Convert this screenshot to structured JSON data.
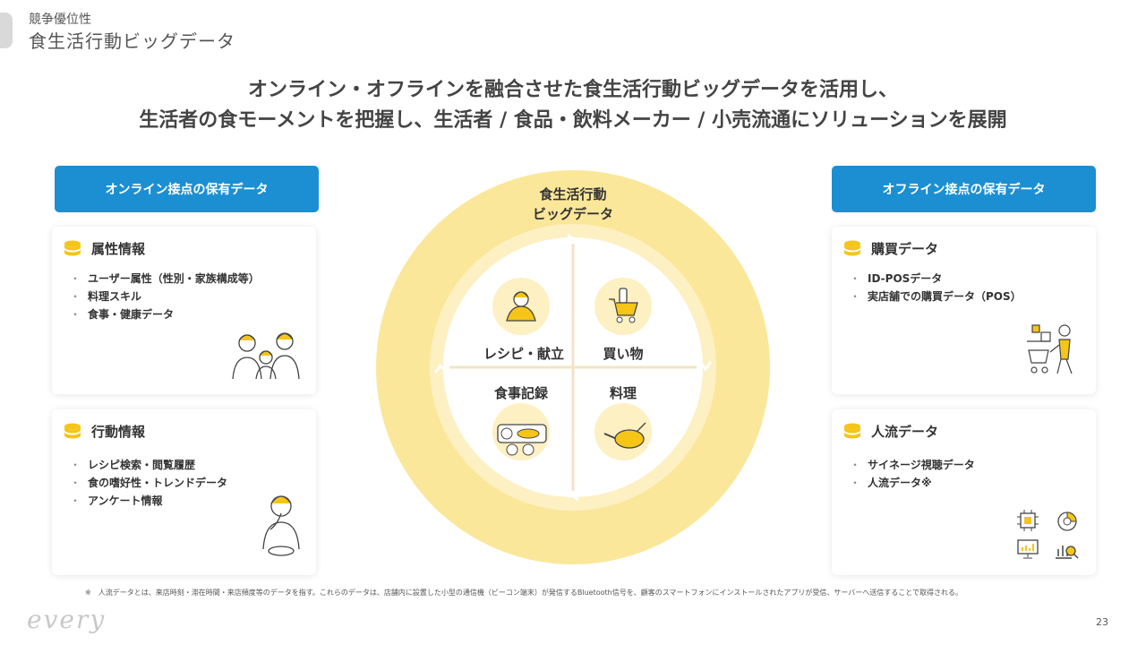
{
  "header": {
    "section": "競争優位性",
    "title": "食生活行動ビッグデータ"
  },
  "headline": {
    "line1": "オンライン・オフラインを融合させた食生活行動ビッグデータを活用し、",
    "line2": "生活者の食モーメントを把握し、生活者 / 食品・飲料メーカー / 小売流通にソリューションを展開"
  },
  "online": {
    "header": "オンライン接点の保有データ",
    "cards": [
      {
        "title": "属性情報",
        "items": [
          "ユーザー属性（性別・家族構成等）",
          "料理スキル",
          "食事・健康データ"
        ]
      },
      {
        "title": "行動情報",
        "items": [
          "レシピ検索・閲覧履歴",
          "食の嗜好性・トレンドデータ",
          "アンケート情報"
        ]
      }
    ]
  },
  "offline": {
    "header": "オフライン接点の保有データ",
    "cards": [
      {
        "title": "購買データ",
        "items": [
          "ID-POSデータ",
          "実店舗での購買データ（POS）"
        ]
      },
      {
        "title": "人流データ",
        "items": [
          "サイネージ視聴データ",
          "人流データ※"
        ]
      }
    ]
  },
  "center": {
    "title_line1": "食生活行動",
    "title_line2": "ビッグデータ",
    "quadrants": [
      "レシピ・献立",
      "買い物",
      "食事記録",
      "料理"
    ]
  },
  "colors": {
    "accent_blue": "#1b8fd2",
    "ring_yellow": "#fbe79a",
    "icon_yellow": "#f5c518"
  },
  "footer": {
    "note": "※　人流データとは、来店時刻・滞在時間・来店頻度等のデータを指す。これらのデータは、店舗内に設置した小型の通信機（ビーコン端末）が発信するBluetooth信号を、顧客のスマートフォンにインストールされたアプリが受信、サーバーへ送信することで取得される。",
    "logo": "every",
    "page": "23"
  }
}
